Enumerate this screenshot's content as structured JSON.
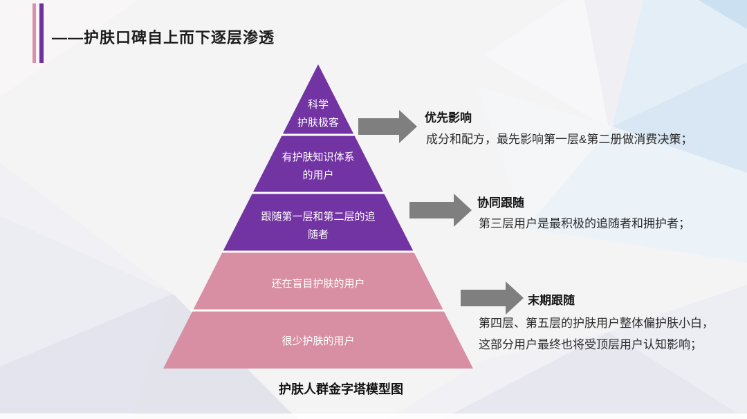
{
  "slide": {
    "title": "——护肤口碑自上而下逐层渗透",
    "caption": "护肤人群金字塔模型图"
  },
  "pyramid": {
    "layers": [
      {
        "lines": [
          "科学",
          "护肤极客"
        ]
      },
      {
        "lines": [
          "有护肤知识体系",
          "的用户"
        ]
      },
      {
        "lines": [
          "跟随第一层和第二层的追",
          "随者"
        ]
      },
      {
        "lines": [
          "还在盲目护肤的用户"
        ]
      },
      {
        "lines": [
          "很少护肤的用户"
        ]
      }
    ]
  },
  "annotations": [
    {
      "heading": "优先影响",
      "body_lines": [
        "成分和配方，最先影响第一层&第二册做消费决策；"
      ]
    },
    {
      "heading": "协同跟随",
      "body_lines": [
        "第三层用户是最积极的追随者和拥护者；"
      ]
    },
    {
      "heading": "末期跟随",
      "body_lines": [
        "第四层、第五层的护肤用户整体偏护肤小白，",
        "这部分用户最终也将受顶层用户认知影响；"
      ]
    }
  ],
  "colors": {
    "purple": "#7233A3",
    "pink": "#D88FA3",
    "arrow_gray": "#7F7F7F",
    "divider": "#FFFFFF",
    "accent_bar_pink": "#D990A8",
    "accent_bar_purple": "#7030A0"
  }
}
